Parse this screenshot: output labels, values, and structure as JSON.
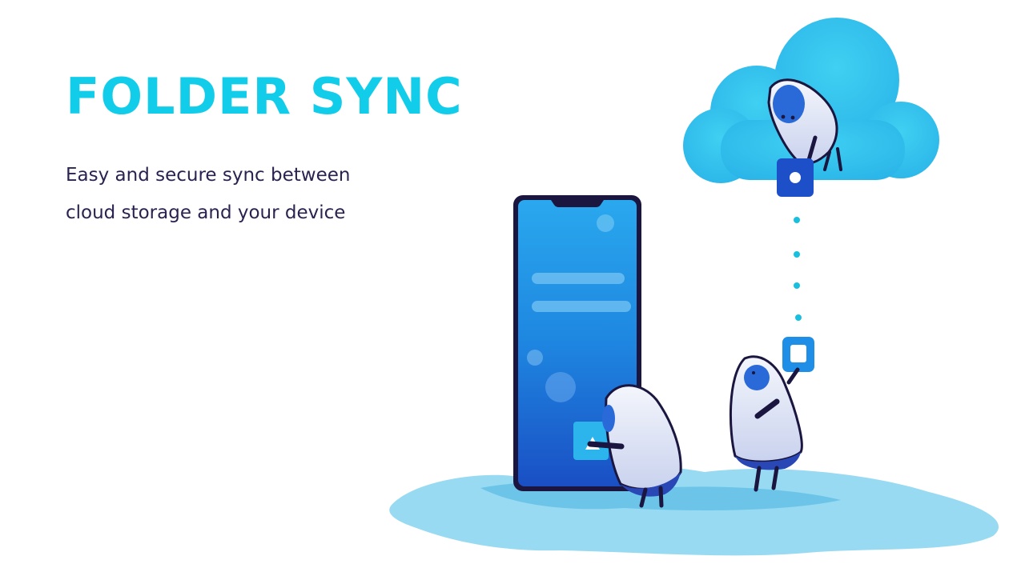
{
  "hero": {
    "title": "FOLDER SYNC",
    "subtitle_line1": "Easy and secure sync between",
    "subtitle_line2": "cloud storage and your device"
  },
  "illustration": {
    "elements": [
      "cloud",
      "phone",
      "character-on-cloud",
      "character-at-phone",
      "character-holding-file",
      "sync-dots",
      "ground-puddle"
    ]
  },
  "colors": {
    "title": "#12cdea",
    "subtitle": "#2a2350",
    "cloud": "#33c3ec",
    "phone_screen": "#1e72d4",
    "phone_frame": "#1a1640",
    "file_icon_dark": "#1d4fc9",
    "file_icon_light": "#1f8ee6",
    "dots": "#18bfe0",
    "puddle": "#7fd0ec"
  }
}
